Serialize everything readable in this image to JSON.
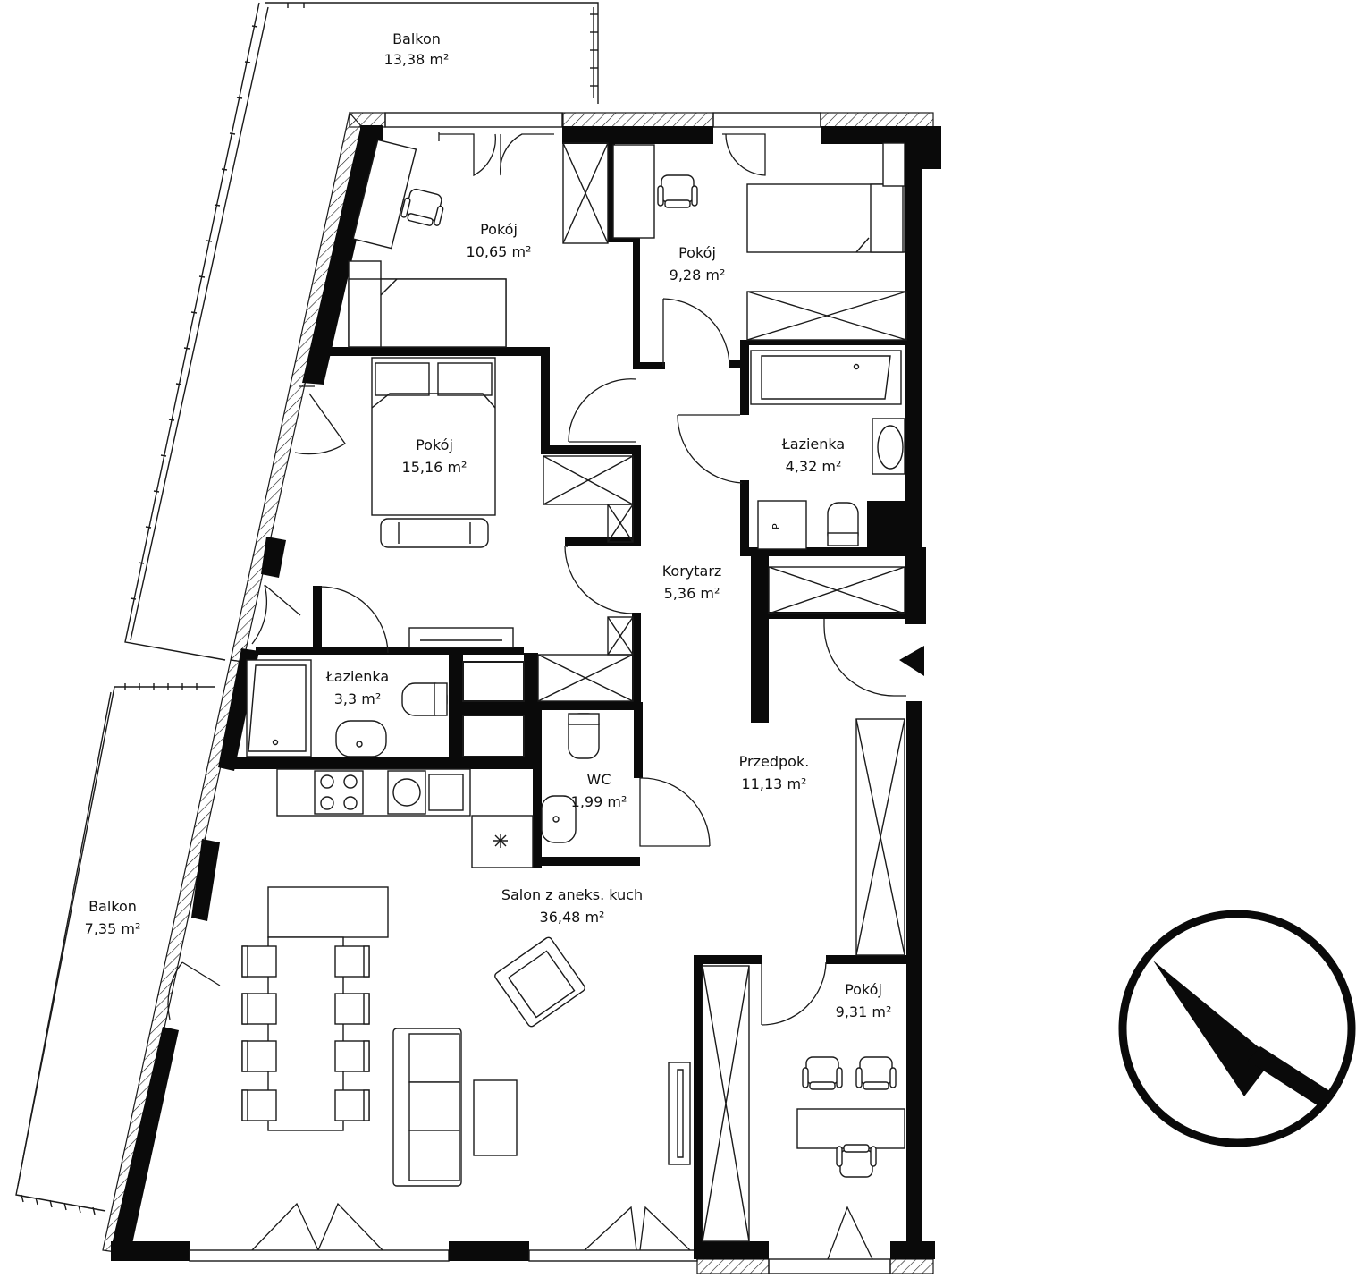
{
  "rooms": {
    "balkon_top": {
      "name": "Balkon",
      "area": "13,38 m²"
    },
    "pokoj_1065": {
      "name": "Pokój",
      "area": "10,65 m²"
    },
    "pokoj_928": {
      "name": "Pokój",
      "area": "9,28 m²"
    },
    "pokoj_1516": {
      "name": "Pokój",
      "area": "15,16 m²"
    },
    "lazienka_432": {
      "name": "Łazienka",
      "area": "4,32 m²"
    },
    "korytarz": {
      "name": "Korytarz",
      "area": "5,36 m²"
    },
    "lazienka_33": {
      "name": "Łazienka",
      "area": "3,3 m²"
    },
    "przedpok": {
      "name": "Przedpok.",
      "area": "11,13 m²"
    },
    "wc": {
      "name": "WC",
      "area": "1,99 m²"
    },
    "salon": {
      "name": "Salon z aneks. kuch",
      "area": "36,48 m²"
    },
    "balkon_left": {
      "name": "Balkon",
      "area": "7,35 m²"
    },
    "pokoj_931": {
      "name": "Pokój",
      "area": "9,31 m²"
    }
  },
  "fixtures": {
    "heater_label": "P"
  },
  "compass": {
    "icon": "north-arrow-icon",
    "direction": "north-west"
  }
}
